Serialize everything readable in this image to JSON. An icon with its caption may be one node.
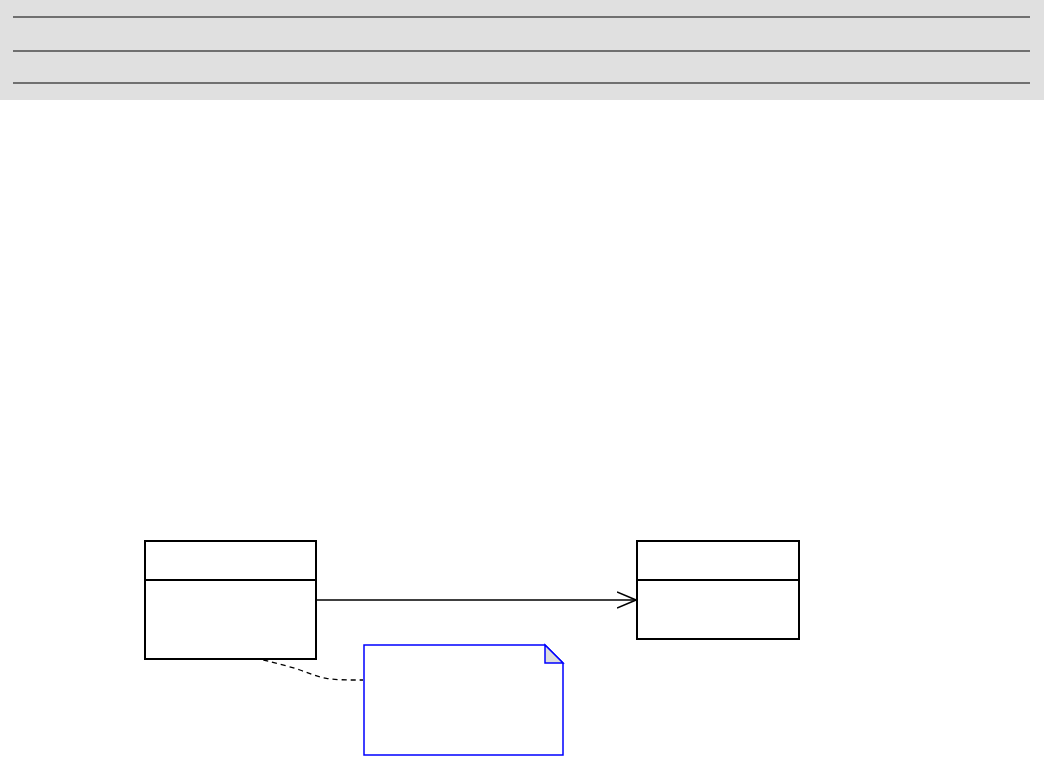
{
  "diagram": {
    "nodes": [
      {
        "text": [],
        "shape": "box"
      },
      {
        "text": [],
        "shape": "box"
      },
      {
        "text": [],
        "shape": "note"
      }
    ],
    "edges": [
      {
        "from": 0,
        "to": 1,
        "arrow": "to"
      },
      {
        "from": 0,
        "to": 2,
        "arrow": "none",
        "style": "dashed"
      }
    ]
  }
}
